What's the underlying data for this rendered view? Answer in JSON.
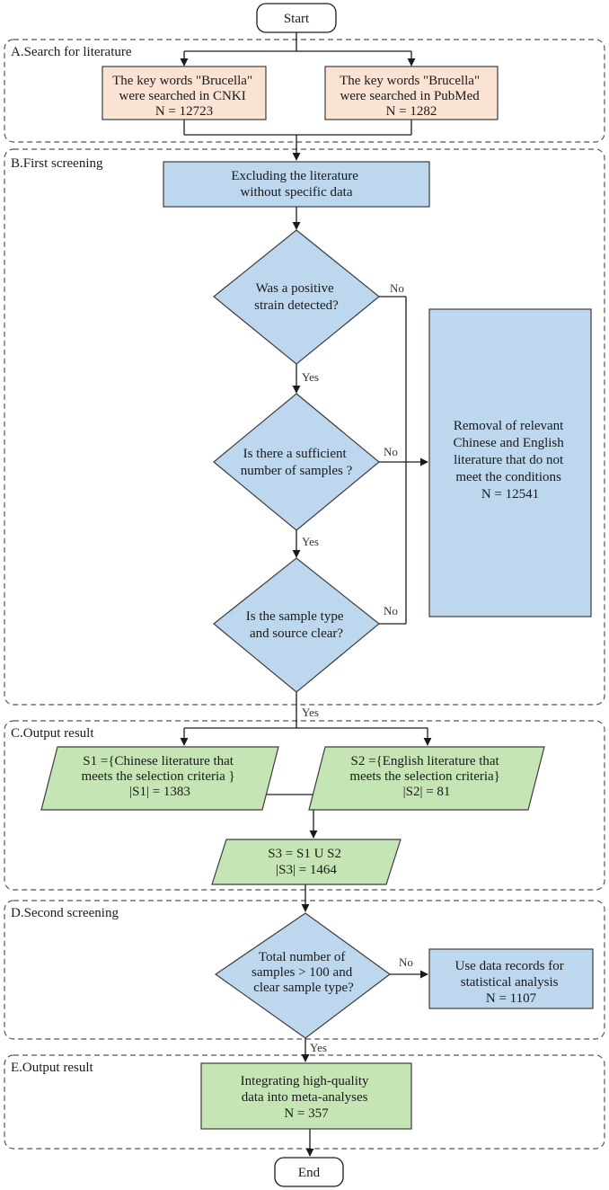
{
  "colors": {
    "orange_fill": "#FBE3D4",
    "blue_fill": "#BDD7EE",
    "green_fill": "#C6E5B4",
    "stroke": "#3c3c3c",
    "section_border": "#555555"
  },
  "start": {
    "label": "Start"
  },
  "end": {
    "label": "End"
  },
  "sections": {
    "a": {
      "title": "A.Search for literature"
    },
    "b": {
      "title": "B.First screening"
    },
    "c": {
      "title": "C.Output result"
    },
    "d": {
      "title": "D.Second screening"
    },
    "e": {
      "title": "E.Output result"
    }
  },
  "search_cnki": {
    "lines": [
      "The key words \"Brucella\"",
      "were searched in CNKI",
      "N = 12723"
    ]
  },
  "search_pubmed": {
    "lines": [
      "The key words \"Brucella\"",
      "were searched in PubMed",
      "N = 1282"
    ]
  },
  "exclude_box": {
    "lines": [
      "Excluding the literature",
      "without specific data"
    ]
  },
  "decision_positive": {
    "lines": [
      "Was a positive",
      "strain detected?"
    ]
  },
  "decision_samples": {
    "lines": [
      "Is there a sufficient",
      "number of samples ?"
    ]
  },
  "decision_type": {
    "lines": [
      "Is the sample type",
      "and source clear?"
    ]
  },
  "removal_box": {
    "lines": [
      "Removal of relevant",
      "Chinese and English",
      "literature that do not",
      "meet the conditions",
      "N = 12541"
    ]
  },
  "set_s1": {
    "lines": [
      "S1 ={Chinese literature that",
      "meets the selection criteria }",
      "|S1| = 1383"
    ]
  },
  "set_s2": {
    "lines": [
      "S2 ={English literature that",
      "meets the selection criteria}",
      "|S2| = 81"
    ]
  },
  "set_s3": {
    "lines": [
      "S3 = S1  U S2",
      "|S3| = 1464"
    ]
  },
  "decision_total": {
    "lines": [
      "Total number of",
      "samples > 100 and",
      "clear sample type?"
    ]
  },
  "stat_box": {
    "lines": [
      "Use data  records for",
      "statistical analysis",
      "N = 1107"
    ]
  },
  "meta_box": {
    "lines": [
      "Integrating high-quality",
      "data into meta-analyses",
      "N = 357"
    ]
  },
  "labels": {
    "no_1": "No",
    "no_2": "No",
    "no_3": "No",
    "no_4": "No",
    "yes_1": "Yes",
    "yes_2": "Yes",
    "yes_3": "Yes",
    "yes_4": "Yes"
  }
}
